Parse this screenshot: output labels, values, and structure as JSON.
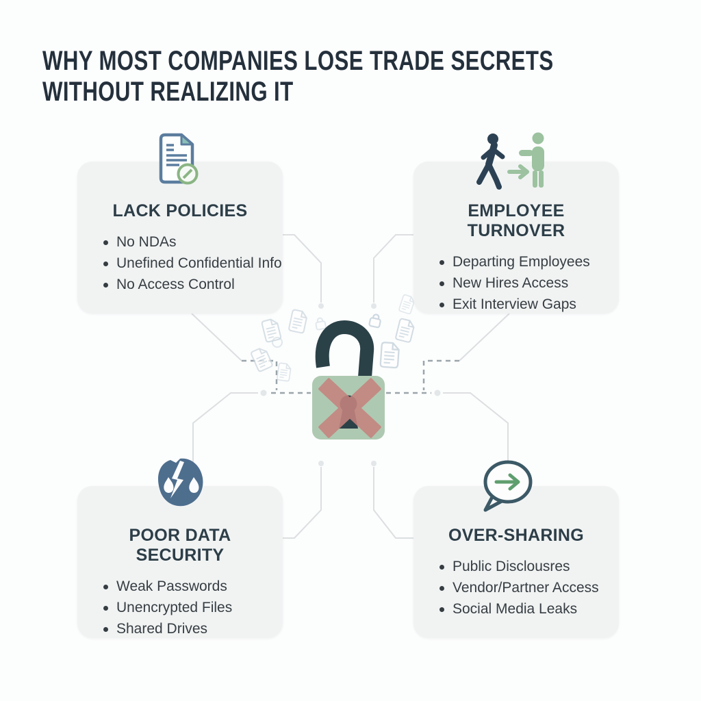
{
  "title": {
    "line1": "WHY MOST COMPANIES LOSE TRADE SECRETS",
    "line2": "WITHOUT REALIZING IT"
  },
  "center": {
    "icon": "unlocked-padlock-crossed-icon"
  },
  "cards": [
    {
      "id": "lack-policies",
      "icon": "document-check-icon",
      "title": "LACK POLICIES",
      "items": [
        "No NDAs",
        "Unefined Confidential Info",
        "No Access Control"
      ]
    },
    {
      "id": "employee-turnover",
      "icon": "employee-transition-icon",
      "title": "EMPLOYEE TURNOVER",
      "items": [
        "Departing Employees",
        "New Hires Access",
        "Exit Interview Gaps"
      ]
    },
    {
      "id": "poor-data-security",
      "icon": "data-breach-drop-icon",
      "title": "POOR DATA SECURITY",
      "items": [
        "Weak Passwords",
        "Unencrypted Files",
        "Shared Drives"
      ]
    },
    {
      "id": "over-sharing",
      "icon": "speech-bubble-arrow-icon",
      "title": "OVER-SHARING",
      "items": [
        "Public Disclousres",
        "Vendor/Partner Access",
        "Social Media Leaks"
      ]
    }
  ],
  "colors": {
    "title_text": "#24303c",
    "heading_text": "#2d3e48",
    "body_text": "#363d42",
    "card_bg": "#f1f3f3",
    "lock_body": "#aec9b1",
    "lock_shackle": "#2a4147",
    "x_mark": "#c5837e",
    "icon_dark_blue": "#4e6e8e",
    "icon_navy": "#2c4254",
    "icon_green": "#9cc2a0",
    "icon_outline_slate": "#3c5966",
    "icon_doc_blue": "#5b7d9e",
    "icon_check_green": "#8ab584",
    "connector_solid": "#dcdfe1",
    "connector_dashed": "#9aa5ab"
  }
}
